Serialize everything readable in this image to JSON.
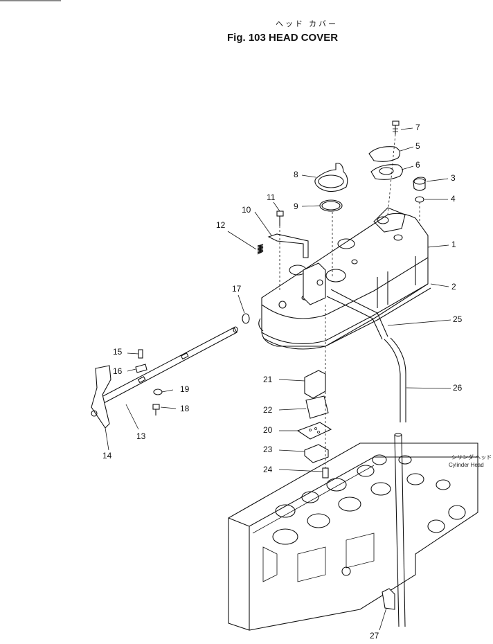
{
  "header": {
    "title_jp": "ヘッド カバー",
    "title": "Fig. 103 HEAD COVER"
  },
  "cylinder_head": {
    "label_jp": "シリンダ ヘッド",
    "label_en": "Cylinder Head"
  },
  "callouts": [
    "1",
    "2",
    "3",
    "4",
    "5",
    "6",
    "7",
    "8",
    "9",
    "10",
    "11",
    "12",
    "13",
    "14",
    "15",
    "16",
    "17",
    "18",
    "19",
    "20",
    "21",
    "22",
    "23",
    "24",
    "25",
    "26",
    "27"
  ]
}
